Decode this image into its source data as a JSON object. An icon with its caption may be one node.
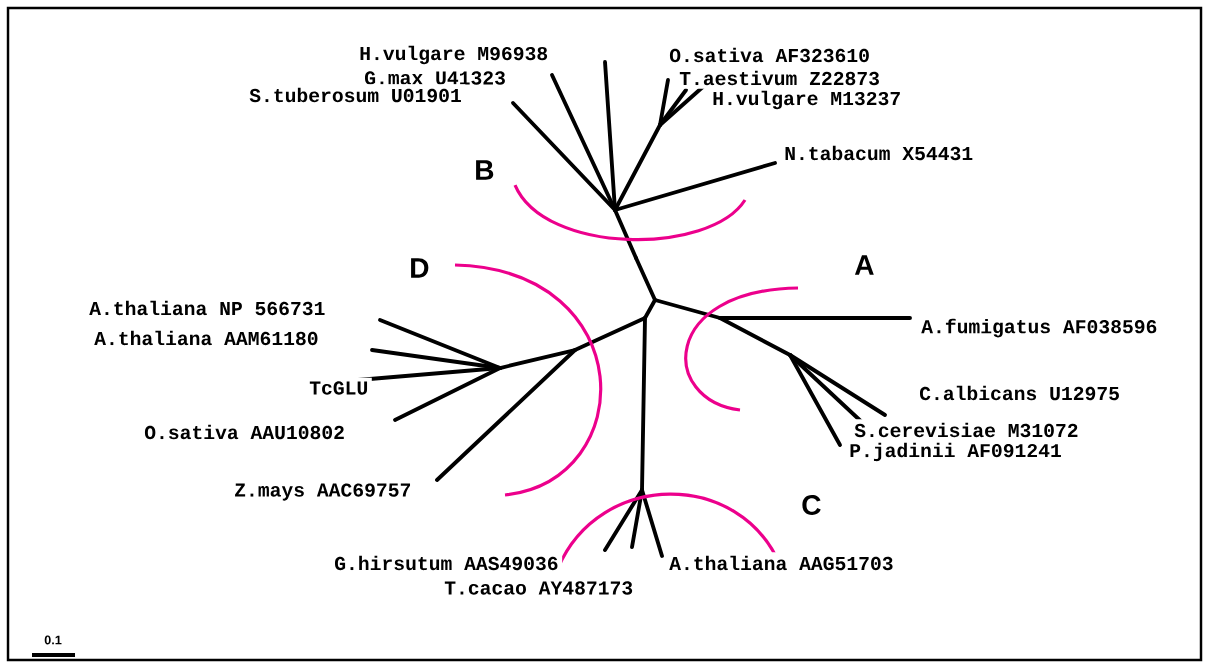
{
  "diagram": {
    "labels": [
      "H.vulgare M96938",
      "O.sativa AF323610",
      "G.max U41323",
      "T.aestivum Z22873",
      "S.tuberosum U01901",
      "H.vulgare M13237",
      "N.tabacum X54431",
      "B",
      "D",
      "A",
      "A.thaliana NP 566731",
      "A.fumigatus AF038596",
      "A.thaliana AAM61180",
      "TcGLU",
      "C.albicans U12975",
      "O.sativa AAU10802",
      "S.cerevisiae M31072",
      "P.jadinii AF091241",
      "Z.mays AAC69757",
      "C",
      "G.hirsutum AAS49036",
      "A.thaliana AAG51703",
      "T.cacao AY487173",
      "0.1"
    ]
  }
}
